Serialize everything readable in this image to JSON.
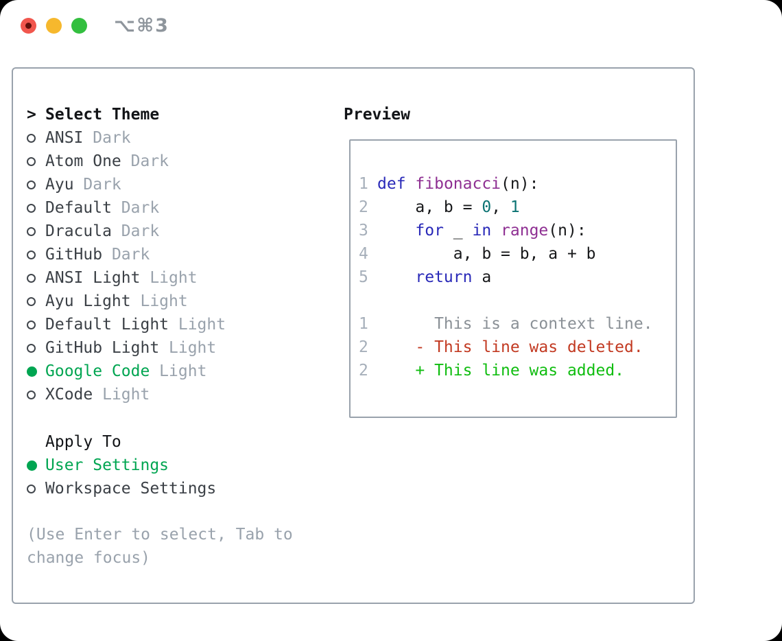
{
  "window": {
    "title_shortcut": "⌥⌘3",
    "traffic_lights": [
      "close",
      "minimize",
      "zoom"
    ]
  },
  "theme_selector": {
    "header": {
      "marker": ">",
      "label": "Select Theme"
    },
    "themes": [
      {
        "name": "ANSI",
        "variant": "Dark",
        "selected": false
      },
      {
        "name": "Atom One",
        "variant": "Dark",
        "selected": false
      },
      {
        "name": "Ayu",
        "variant": "Dark",
        "selected": false
      },
      {
        "name": "Default",
        "variant": "Dark",
        "selected": false
      },
      {
        "name": "Dracula",
        "variant": "Dark",
        "selected": false
      },
      {
        "name": "GitHub",
        "variant": "Dark",
        "selected": false
      },
      {
        "name": "ANSI Light",
        "variant": "Light",
        "selected": false
      },
      {
        "name": "Ayu Light",
        "variant": "Light",
        "selected": false
      },
      {
        "name": "Default Light",
        "variant": "Light",
        "selected": false
      },
      {
        "name": "GitHub Light",
        "variant": "Light",
        "selected": false
      },
      {
        "name": "Google Code",
        "variant": "Light",
        "selected": true
      },
      {
        "name": "XCode",
        "variant": "Light",
        "selected": false
      }
    ],
    "apply_to": {
      "label": "Apply To",
      "options": [
        {
          "name": "User Settings",
          "selected": true
        },
        {
          "name": "Workspace Settings",
          "selected": false
        }
      ]
    },
    "help_text": "(Use Enter to select, Tab to change focus)"
  },
  "preview": {
    "title": "Preview",
    "code_lines": [
      {
        "number": "1",
        "segments": [
          {
            "style": "keyword",
            "text": "def"
          },
          {
            "style": "plain",
            "text": " "
          },
          {
            "style": "function",
            "text": "fibonacci"
          },
          {
            "style": "plain",
            "text": "(n):"
          }
        ]
      },
      {
        "number": "2",
        "segments": [
          {
            "style": "plain",
            "text": "    a, b = "
          },
          {
            "style": "literal",
            "text": "0"
          },
          {
            "style": "plain",
            "text": ", "
          },
          {
            "style": "literal",
            "text": "1"
          }
        ]
      },
      {
        "number": "3",
        "segments": [
          {
            "style": "plain",
            "text": "    "
          },
          {
            "style": "keyword",
            "text": "for"
          },
          {
            "style": "plain",
            "text": " _ "
          },
          {
            "style": "keyword",
            "text": "in"
          },
          {
            "style": "plain",
            "text": " "
          },
          {
            "style": "function",
            "text": "range"
          },
          {
            "style": "plain",
            "text": "(n):"
          }
        ]
      },
      {
        "number": "4",
        "segments": [
          {
            "style": "plain",
            "text": "        a, b = b, a + b"
          }
        ]
      },
      {
        "number": "5",
        "segments": [
          {
            "style": "plain",
            "text": "    "
          },
          {
            "style": "keyword",
            "text": "return"
          },
          {
            "style": "plain",
            "text": " a"
          }
        ]
      }
    ],
    "diff_lines": [
      {
        "number": "1",
        "kind": "context",
        "text": "      This is a context line."
      },
      {
        "number": "2",
        "kind": "deleted",
        "text": "    - This line was deleted."
      },
      {
        "number": "2",
        "kind": "added",
        "text": "    + This line was added."
      }
    ]
  },
  "colors": {
    "accent_green": "#00a551",
    "keyword_blue": "#2929b8",
    "function_purple": "#8e2f92",
    "literal_teal": "#0c7373",
    "diff_deleted_red": "#c23a22",
    "diff_added_green": "#10bd10",
    "diff_context_gray": "#8a9096",
    "muted_gray": "#99a2ac",
    "panel_border": "#99a2ac",
    "traffic_red": "#f1564d",
    "traffic_yellow": "#f6b82d",
    "traffic_green": "#33bf3f"
  }
}
